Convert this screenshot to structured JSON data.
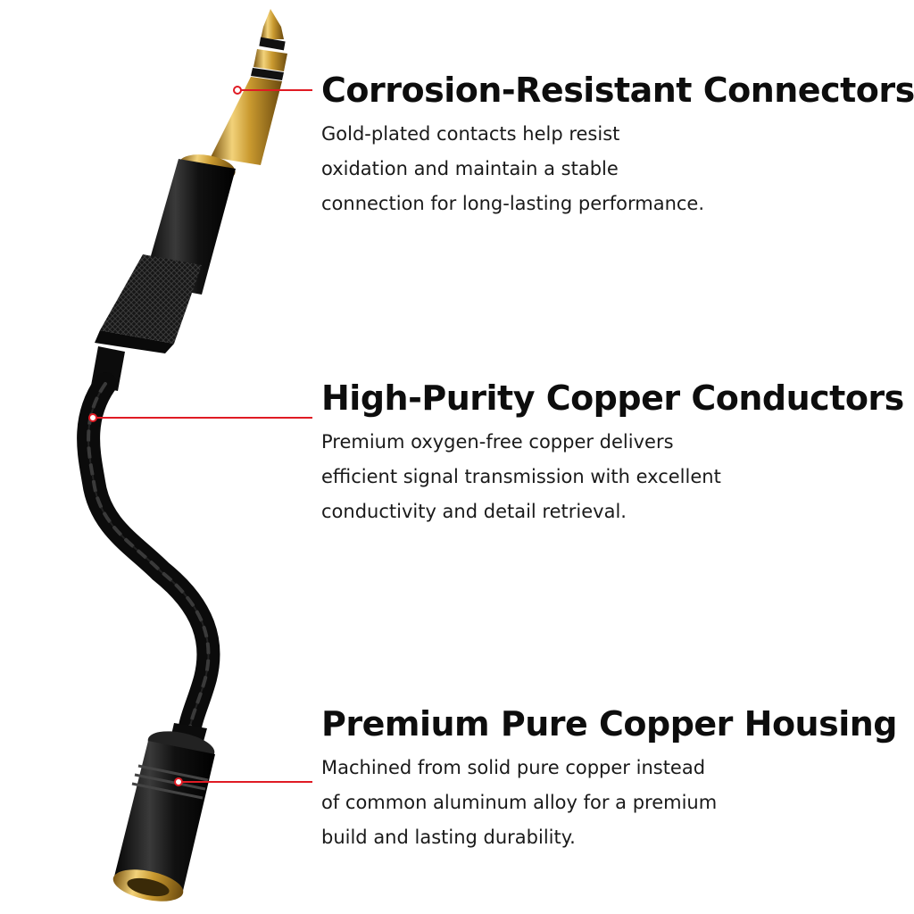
{
  "features": [
    {
      "title": "Corrosion-Resistant Connectors",
      "lines": [
        "Gold-plated contacts help resist",
        "oxidation and maintain a stable",
        "connection for long-lasting performance."
      ]
    },
    {
      "title": "High-Purity Copper Conductors",
      "lines": [
        "Premium oxygen-free copper delivers",
        "efficient signal transmission with excellent",
        "conductivity and detail retrieval."
      ]
    },
    {
      "title": "Premium Pure Copper Housing",
      "lines": [
        "Machined from solid pure copper instead",
        "of common aluminum alloy for a premium",
        "build and lasting durability."
      ]
    }
  ],
  "colors": {
    "accent": "#e01b24",
    "gold": "#c99a2e",
    "black": "#111111"
  },
  "icons": [
    "trs-plug-6-35mm",
    "braided-cable",
    "female-jack-3-5mm"
  ]
}
